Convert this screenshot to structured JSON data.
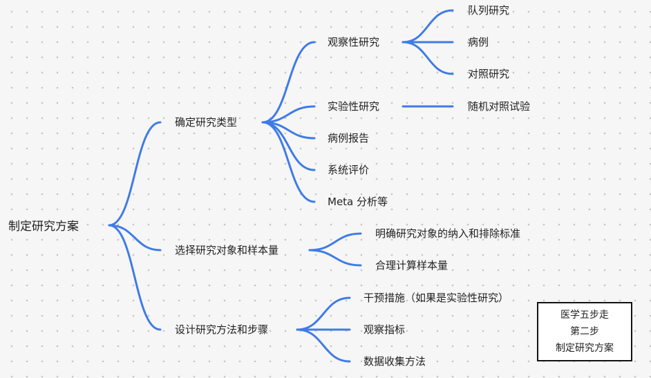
{
  "mindmap": {
    "root": "制定研究方案",
    "branches": [
      {
        "label": "确定研究类型",
        "children": [
          {
            "label": "观察性研究",
            "children": [
              "队列研究",
              "病例",
              "对照研究"
            ]
          },
          {
            "label": "实验性研究",
            "children": [
              "随机对照试验"
            ]
          },
          {
            "label": "病例报告"
          },
          {
            "label": "系统评价"
          },
          {
            "label": "Meta 分析等"
          }
        ]
      },
      {
        "label": "选择研究对象和样本量",
        "children": [
          {
            "label": "明确研究对象的纳入和排除标准"
          },
          {
            "label": "合理计算样本量"
          }
        ]
      },
      {
        "label": "设计研究方法和步骤",
        "children": [
          {
            "label": "干预措施（如果是实验性研究）"
          },
          {
            "label": "观察指标"
          },
          {
            "label": "数据收集方法"
          }
        ]
      }
    ]
  },
  "note": {
    "line1": "医学五步走",
    "line2": "第二步",
    "line3": "制定研究方案"
  },
  "colors": {
    "edge": "#3f7be8",
    "background": "#f6f6f6",
    "text": "#222222"
  }
}
